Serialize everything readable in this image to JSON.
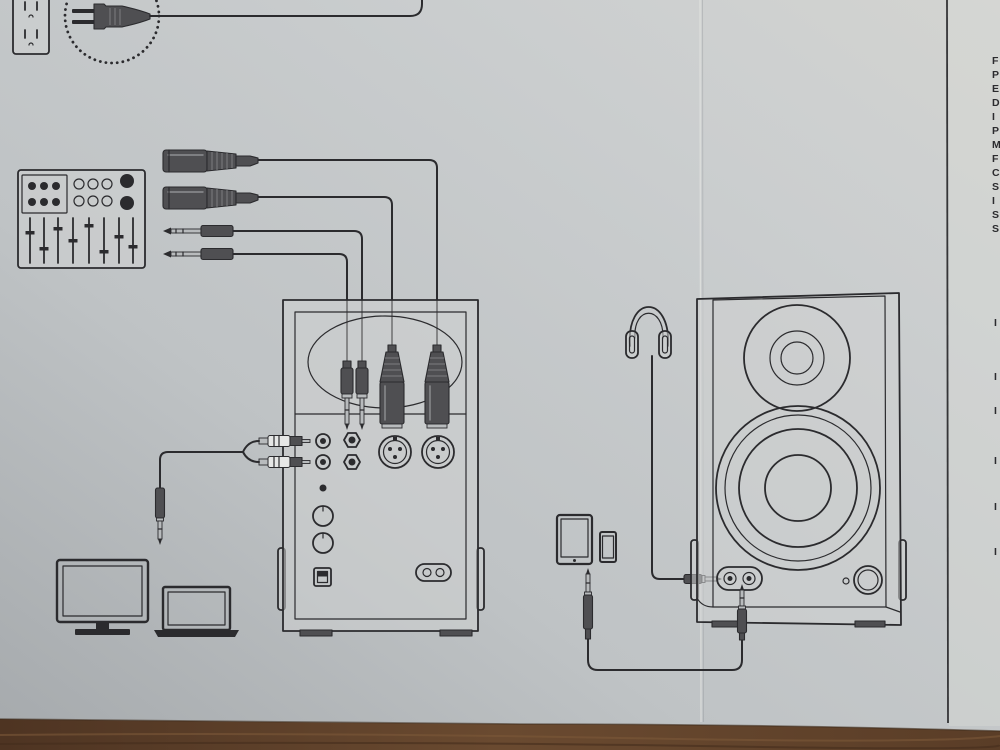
{
  "colors": {
    "ink": "#2b2b2e",
    "connector_dark": "#4f4f52",
    "metal": "#b8bbbd",
    "device_fill": "#cfd2d2",
    "paper": "#c8cbcd",
    "wood": "#5e4029",
    "column_rule": "#353537"
  },
  "icons": {
    "power": [
      "wall-outlet-icon",
      "power-plug-icon"
    ],
    "sources": [
      "mixer-icon",
      "monitor-icon",
      "laptop-icon",
      "tablet-icon",
      "phone-icon",
      "headphones-icon"
    ],
    "connectors": [
      "xlr-female-connector-icon",
      "trs-jack-icon",
      "rca-plug-icon",
      "mini-jack-icon",
      "xlr-male-connector-icon"
    ],
    "speakers": [
      "speaker-rear-panel",
      "speaker-front-panel"
    ]
  },
  "right_column_fragments": [
    "F",
    "P",
    "E",
    "D",
    "I",
    "P",
    "M",
    "F",
    "C",
    "S",
    "I",
    "S",
    "S"
  ],
  "right_column_lower_fragments": [
    "I",
    "I",
    "I",
    "I",
    "I",
    "I"
  ]
}
